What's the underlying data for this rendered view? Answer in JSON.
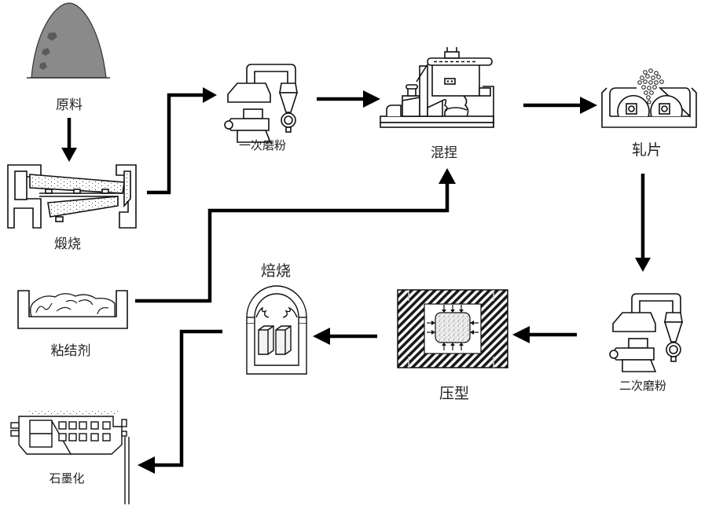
{
  "diagram": {
    "title": "",
    "type": "process-flow",
    "colors": {
      "ink": "#111111",
      "fill_gray": "#8a8a8a",
      "background": "#ffffff"
    },
    "nodes": [
      {
        "id": "raw",
        "label": "原料",
        "icon": "raw-material-pile-icon"
      },
      {
        "id": "calcine",
        "label": "煅烧",
        "icon": "calcining-kiln-icon"
      },
      {
        "id": "grind1",
        "label": "一次磨粉",
        "icon": "grinding-mill-icon"
      },
      {
        "id": "knead",
        "label": "混捏",
        "icon": "kneading-machine-icon"
      },
      {
        "id": "roll",
        "label": "轧片",
        "icon": "rolling-mill-icon"
      },
      {
        "id": "grind2",
        "label": "二次磨粉",
        "icon": "grinding-mill-icon"
      },
      {
        "id": "press",
        "label": "压型",
        "icon": "press-mold-icon"
      },
      {
        "id": "bake",
        "label": "焙烧",
        "icon": "baking-furnace-icon"
      },
      {
        "id": "binder",
        "label": "粘结剂",
        "icon": "binder-tray-icon"
      },
      {
        "id": "graphitize",
        "label": "石墨化",
        "icon": "graphitization-furnace-icon"
      }
    ],
    "edges": [
      {
        "from": "raw",
        "to": "calcine"
      },
      {
        "from": "calcine",
        "to": "grind1"
      },
      {
        "from": "grind1",
        "to": "knead"
      },
      {
        "from": "knead",
        "to": "roll"
      },
      {
        "from": "roll",
        "to": "grind2"
      },
      {
        "from": "grind2",
        "to": "press"
      },
      {
        "from": "press",
        "to": "bake"
      },
      {
        "from": "bake",
        "to": "graphitize"
      },
      {
        "from": "binder",
        "to": "knead"
      }
    ]
  }
}
